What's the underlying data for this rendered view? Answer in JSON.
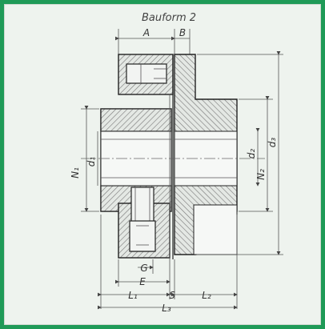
{
  "title": "Bauform 2",
  "labels": {
    "A": "A",
    "B": "B",
    "d1": "d₁",
    "d2": "d₂",
    "d3": "d₃",
    "N1": "N₁",
    "N2": "N₂",
    "G": "G",
    "E": "E",
    "L1": "L₁",
    "S": "S",
    "L2": "L₂",
    "L3": "L₃"
  },
  "colors": {
    "frame": "#1f9a57",
    "background": "#eef3ee",
    "hatch": "#777777",
    "outline": "#222222"
  }
}
